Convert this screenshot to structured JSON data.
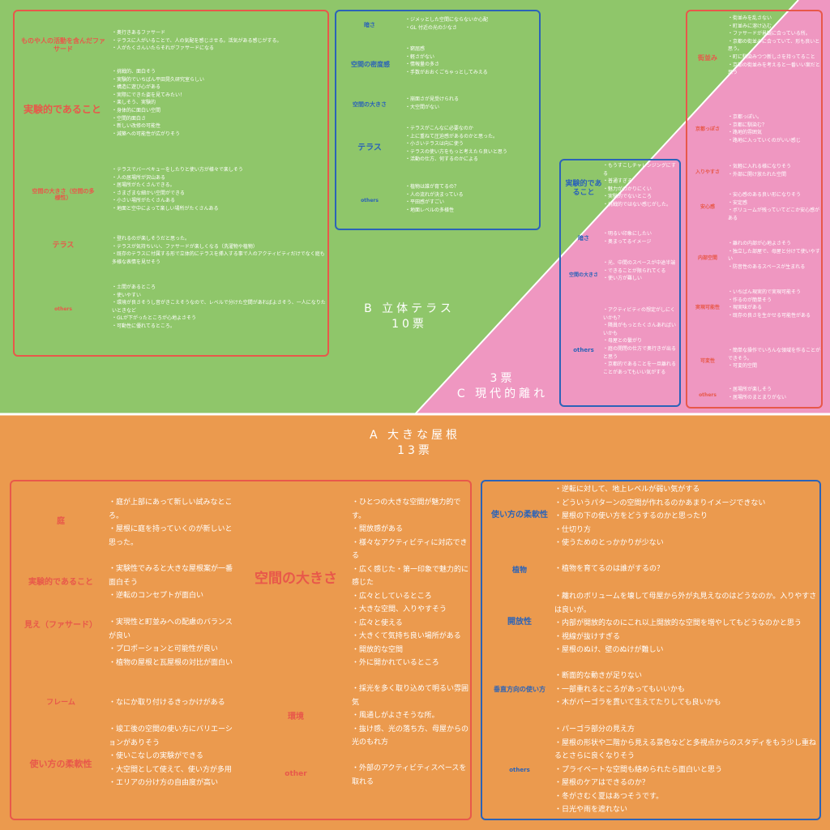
{
  "colors": {
    "green": "#8fc66a",
    "pink": "#ef97c1",
    "orange": "#eb9a4e",
    "red": "#e8584a",
    "blue": "#2b63b8",
    "white": "#ffffff"
  },
  "sections": {
    "b": {
      "name": "B 立体テラス",
      "votes": "10票"
    },
    "c": {
      "name": "C 現代的離れ",
      "votes": "3票"
    },
    "a": {
      "name": "A 大きな屋根",
      "votes": "13票"
    }
  },
  "b_left": [
    {
      "label": "ものや人の活動を含んだファサード",
      "items": [
        "・奥行きあるファサード",
        "・テラスに人がいることで、人の気配を感じさせる。活気がある感じがする。",
        "・人がたくさんいたらそれがファサードになる"
      ]
    },
    {
      "label": "実験的であること",
      "items": [
        "・挑戦的、面白そう",
        "・実験的でいちばん平田晃久研究室らしい",
        "・構造に遊び心がある",
        "・実際にできた姿を見てみたい！",
        "・楽しそう、実験的",
        "・身体的に面白い空間",
        "・空間的面白さ",
        "・新しい改修の可能性",
        "・減築への可能性が広がりそう"
      ]
    },
    {
      "label": "空間の大きさ（空間の多様性）",
      "items": [
        "・テラスでバーベキューをしたりと使い方が様々で楽しそう",
        "・人の居場所が沢山ある",
        "・居場所がたくさんできる。",
        "・さまざまな細かい空間ができる",
        "・小さい場所がたくさんある",
        "・地面と空中によって楽しい場所がたくさんある"
      ]
    },
    {
      "label": "テラス",
      "items": [
        "・登れるのが楽しそうだと思った。",
        "・テラスが気持ちいい、ファサードが楽しくなる（洗濯物や植物）",
        "・既存のテラスに付属する形で立体的にテラスを挿入する事で人のアクティビティだけでなく庭も多様な表情を見せそう"
      ]
    },
    {
      "label": "others",
      "items": [
        "・土間があるところ",
        "・使いやすい",
        "・環境が良さそうし音がきこえそうなので、レベルで分けた空間があればよさそう、一人になりたいときなど",
        "・GLが下がったところが心地よさそう",
        "・可動性に優れてるところ。"
      ]
    }
  ],
  "b_right": [
    {
      "label": "暗さ",
      "items": [
        "・ジメッとした空間にならないか心配",
        "・GL 付近の光の少なさ"
      ]
    },
    {
      "label": "空間の密度感",
      "items": [
        "・窮屈感",
        "・軽さがない",
        "・情報量の多さ",
        "・手数がおおくごちゃっとしてみえる"
      ]
    },
    {
      "label": "空間の大きさ",
      "items": [
        "・崩面さが見受けられる",
        "・大空間がない"
      ]
    },
    {
      "label": "テラス",
      "items": [
        "・テラスがこんなに必要なのか",
        "・上に重ねて圧迫感があるのかと思った。",
        "・小さいテラスは向に使う",
        "・テラスの使い方をもっと考えたら良いと思う",
        "・活動の仕方、何するのかによる"
      ]
    },
    {
      "label": "others",
      "items": [
        "・植物は誰が育てるの？",
        "・人の流れが決まっている",
        "・平田感がすごい",
        "・地面レベルの多様性"
      ]
    }
  ],
  "c_left": [
    {
      "label": "実験的であること",
      "items": [
        "・もうすこしチャレンジングにする",
        "・普通すぎる",
        "・魅力がわかりにくい",
        "・実験的でないところ",
        "・挑戦的ではない感じがした。"
      ]
    },
    {
      "label": "暗さ",
      "items": [
        "・明るい印象にしたい",
        "・奥まってるイメージ"
      ]
    },
    {
      "label": "空間の大きさ",
      "items": [
        "・光、中間のスペースが中途半端",
        "・できることが限られてくる",
        "・使い方が難しい"
      ]
    },
    {
      "label": "others",
      "items": [
        "・アクティビティの想定がしにくいかも？",
        "・隣員がもっとたくさんあればいいかも",
        "・母屋との繋がり",
        "・庭の開閉の仕方で奥行きが出ると思う",
        "・京都的であることを一旦離れることがあってもいい気がする"
      ]
    }
  ],
  "c_right": [
    {
      "label": "街並み",
      "items": [
        "・街並みを乱さない",
        "・町並みに溶け込む",
        "・ファサードが景観に合っている所。",
        "・京都の街並みに合っていて、形も良いと思う。",
        "・町に馴染みつつ新しさを持ってること",
        "・京都の街並みを考えると一番いい案だと思う"
      ]
    },
    {
      "label": "京都っぽさ",
      "items": [
        "・京都っぽい。",
        "・京都に馴染む？",
        "・路地的雰囲気",
        "・路地に入っていくのがいい感じ"
      ]
    },
    {
      "label": "入りやすさ",
      "items": [
        "・気軽に入れる様になりそう",
        "・外部に開け放たれた空間"
      ]
    },
    {
      "label": "安心感",
      "items": [
        "・安心感のある良い形になりそう",
        "・安定感",
        "・ボリュームが残っていてどこか安心感がある"
      ]
    },
    {
      "label": "内部空間",
      "items": [
        "・離れの内部が心地よさそう",
        "・独立した部屋で、母屋と分けて使いやすい",
        "・防音性のあるスペースが生まれる"
      ]
    },
    {
      "label": "実現可能性",
      "items": [
        "・いちばん現実的で実現可能そう",
        "・作るのが簡単そう",
        "・現実味がある",
        "・既存の良さを生かせる可能性がある"
      ]
    },
    {
      "label": "可変性",
      "items": [
        "・簡単な操作でいろんな領域を作ることができそう。",
        "・可変的空間"
      ]
    },
    {
      "label": "others",
      "items": [
        "・居場所が楽しそう",
        "・居場所のまとまりがない"
      ]
    }
  ],
  "a_left_labels": [
    "庭",
    "実験的であること",
    "見え（ファサード）",
    "フレーム",
    "使い方の柔軟性"
  ],
  "a_left_items": [
    [
      "・庭が上部にあって新しい試みなところ。",
      "・屋根に庭を持っていくのが新しいと思った。"
    ],
    [
      "・実験性でみると大きな屋根案が一番面白そう",
      "・逆転のコンセプトが面白い"
    ],
    [
      "・実現性と町並みへの配慮のバランスが良い",
      "・プロポーションと可能性が良い",
      "・植物の屋根と瓦屋根の対比が面白い"
    ],
    [
      "・なにか取り付けるきっかけがある"
    ],
    [
      "・竣工後の空間の使い方にバリエーションがありそう",
      "・使いこなしの実験ができる",
      "・大空間として使えて、使い方が多用",
      "・エリアの分け方の自由度が高い"
    ]
  ],
  "a_mid_labels": [
    "空間の大きさ",
    "環境",
    "other"
  ],
  "a_mid_items": [
    [
      "・ひとつの大きな空間が魅力的です。",
      "・開放感がある",
      "・様々なアクティビティに対応できる",
      "・広く感じた・第一印象で魅力的に感じた",
      "・広々としているところ",
      "・大きな空間、入りやすそう",
      "・広々と使える",
      "・大きくて気持ち良い場所がある",
      "・開放的な空間",
      "・外に開かれているところ"
    ],
    [
      "・採光を多く取り込めて明るい雰囲気",
      "・風通しがよさそうな所。",
      "・抜け感、光の落ち方、母屋からの光のもれ方"
    ],
    [
      "・外部のアクティビティスペースを取れる"
    ]
  ],
  "a_right": [
    {
      "label": "使い方の柔軟性",
      "items": [
        "・逆転に対して、地上レベルが弱い気がする",
        "・どういうパターンの空間が作れるのかあまりイメージできない",
        "・屋根の下の使い方をどうするのかと思ったり",
        "・仕切り方",
        "・使うためのとっかかりが少ない"
      ]
    },
    {
      "label": "植物",
      "items": [
        "・植物を育てるのは誰がするの？"
      ]
    },
    {
      "label": "開放性",
      "items": [
        "・離れのボリュームを壊して母屋から外が丸見えなのはどうなのか。入りやすさは良いが。",
        "・内部が開放的なのにこれ以上開放的な空間を増やしてもどうなのかと思う",
        "・視線が抜けすぎる",
        "・屋根のぬけ、壁のぬけが難しい"
      ]
    },
    {
      "label": "垂直方向の使い方",
      "items": [
        "・断面的な動きが足りない",
        "・一部重れるところがあってもいいかも",
        "・木がパーゴラを貫いて生えてたりしても良いかも"
      ]
    },
    {
      "label": "others",
      "items": [
        "・パーゴラ部分の見え方",
        "・屋根の形状や二階から見える景色などと多視点からのスタディをもう少し重ねるとさらに良くなりそう",
        "・プライベートな空間も絡められたら面白いと思う",
        "・屋根のケアはできるのか？",
        "・冬がさむく夏はあつそうです。",
        "・日光や雨を遮れない"
      ]
    }
  ]
}
